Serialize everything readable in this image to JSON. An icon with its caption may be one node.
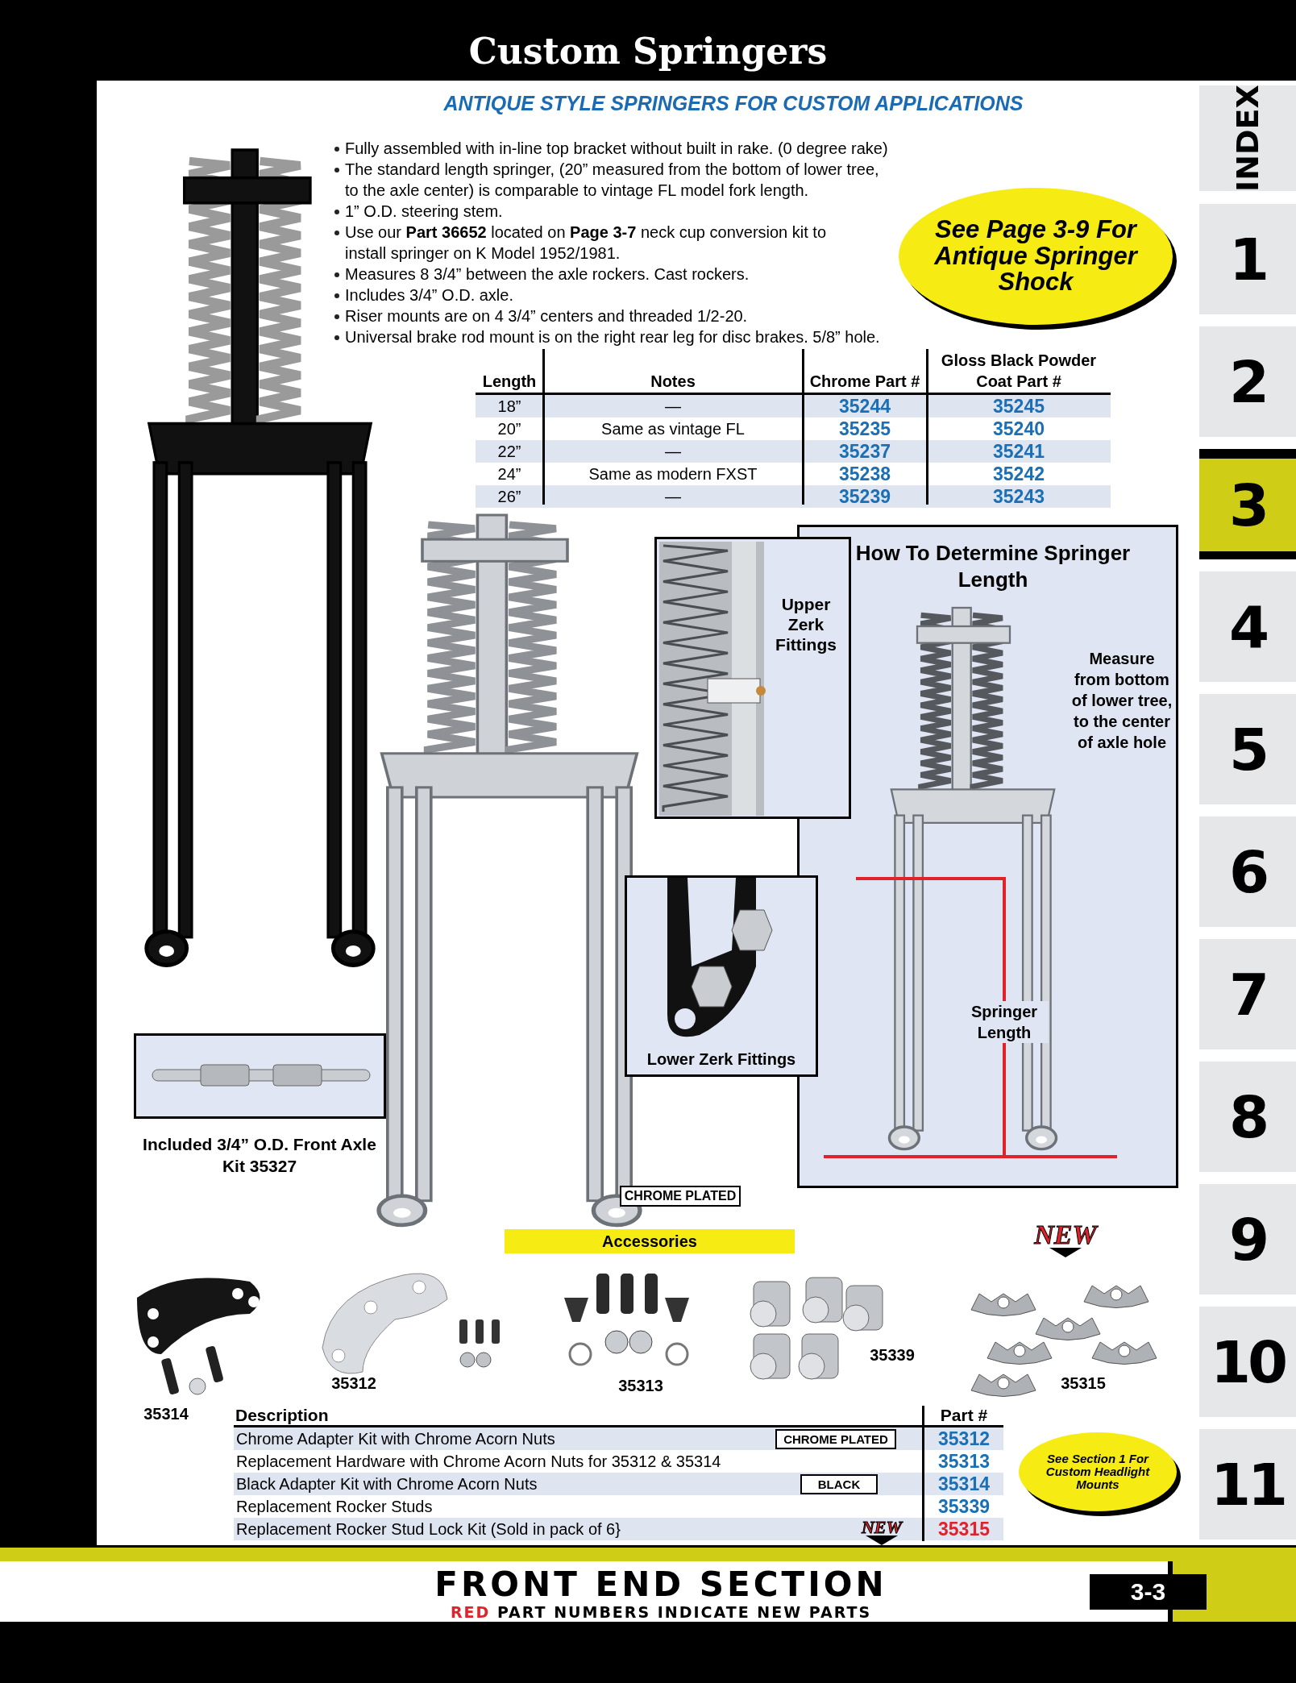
{
  "diagram": {
    "title": "Custom Springers",
    "nodes": [
      {
        "text": [
          "See Page 3-9 For Antique Springer Shock"
        ]
      },
      {
        "text": [
          "Upper Zerk Fittings"
        ]
      },
      {
        "text": [
          "How To Determine Springer Length",
          "Measure from bottom of lower tree, to the center of axle hole",
          "Springer Length"
        ]
      },
      {
        "text": [
          "Lower Zerk Fittings"
        ]
      },
      {
        "text": [],
        "shape": "picture",
        "beside": [
          "Included 3/4” O.D. Front Axle Kit 35327"
        ]
      },
      {
        "text": [
          "CHROME PLATED"
        ]
      },
      {
        "text": [
          "Accessories"
        ]
      },
      {
        "text": [
          "CHROME PLATED"
        ]
      },
      {
        "text": [
          "BLACK"
        ]
      },
      {
        "text": [
          "See Section 1 For Custom Headlight Mounts"
        ]
      },
      {
        "text": [
          "3-3"
        ]
      },
      {
        "text": [
          "INDEX"
        ]
      },
      {
        "text": [
          "1"
        ]
      },
      {
        "text": [
          "2"
        ]
      },
      {
        "text": [
          "3"
        ]
      },
      {
        "text": [
          "4"
        ]
      },
      {
        "text": [
          "5"
        ]
      },
      {
        "text": [
          "6"
        ]
      },
      {
        "text": [
          "7"
        ]
      },
      {
        "text": [
          "8"
        ]
      },
      {
        "text": [
          "9"
        ]
      },
      {
        "text": [
          "10"
        ]
      },
      {
        "text": [
          "11"
        ]
      }
    ],
    "labels": [
      "ANTIQUE STYLE SPRINGERS FOR CUSTOM APPLICATIONS",
      "Fully assembled with in-line top bracket without built in rake. (0 degree rake)",
      "The standard length springer, (20” measured from the bottom of lower tree, to the axle center) is comparable to vintage FL model fork length.",
      "1” O.D. steering stem.",
      "Use our **Part 36652** located on **Page 3-7** neck cup conversion kit to install springer on K Model 1952/1981.",
      "Measures 8 3/4” between the axle rockers. Cast rockers.",
      "Includes 3/4” O.D. axle.",
      "Riser mounts are on 4 3/4” centers and threaded 1/2-20.",
      "Universal brake rod mount is on the right rear leg for disc brakes. 5/8” hole.",
      "Length",
      "Notes",
      "Chrome Part #",
      "Gloss Black Powder Coat Part #",
      "18”",
      "—",
      "35244",
      "35245",
      "20”",
      "Same as vintage FL",
      "35235",
      "35240",
      "22”",
      "—",
      "35237",
      "35241",
      "24”",
      "Same as modern FXST",
      "35238",
      "35242",
      "26”",
      "—",
      "35239",
      "35243",
      "NEW",
      "35339",
      "35312",
      "35313",
      "35315",
      "35314",
      "Description",
      "Part #",
      "Chrome Adapter Kit with Chrome Acorn Nuts",
      "35312",
      "Replacement Hardware with Chrome Acorn Nuts for 35312 & 35314",
      "35313",
      "Black Adapter Kit with Chrome Acorn Nuts",
      "35314",
      "Replacement Rocker Studs",
      "35339",
      "Replacement Rocker Stud Lock Kit (Sold in pack of 6}",
      "NEW",
      "35315",
      "FRONT END SECTION",
      "RED PART NUMBERS INDICATE NEW PARTS"
    ]
  }
}
